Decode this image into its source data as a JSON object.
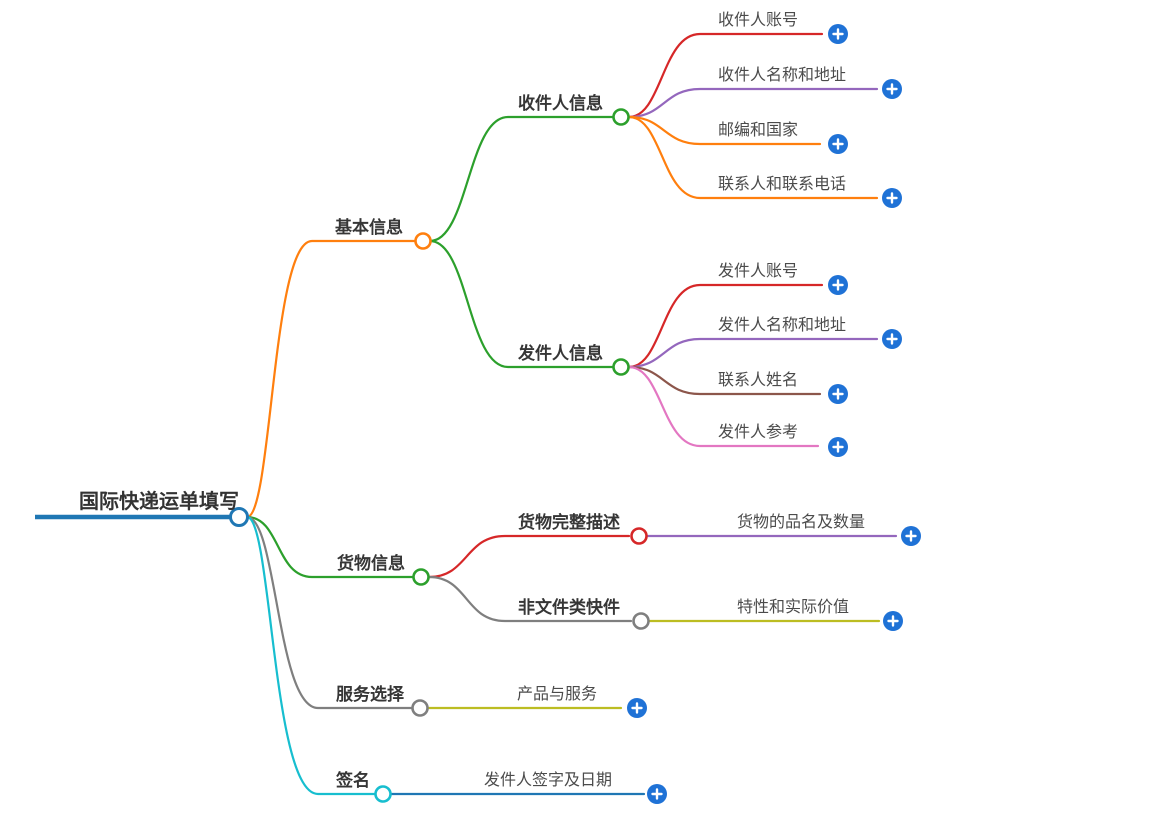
{
  "palette": {
    "blue": "#1f77b4",
    "orange": "#ff7f0e",
    "green": "#2ca02c",
    "red": "#d62728",
    "purple": "#9467bd",
    "brown": "#8c564b",
    "pink": "#e377c2",
    "gray": "#7f7f7f",
    "olive": "#bcbd22",
    "cyan": "#17becf",
    "plus_button": "#1f72d6",
    "plus_glyph": "#ffffff"
  },
  "icons": {
    "add_node": "plus-icon"
  },
  "mindmap": {
    "root": {
      "label": "国际快递运单填写"
    },
    "branches": [
      {
        "label": "基本信息",
        "children": [
          {
            "label": "收件人信息",
            "children": [
              {
                "label": "收件人账号"
              },
              {
                "label": "收件人名称和地址"
              },
              {
                "label": "邮编和国家"
              },
              {
                "label": "联系人和联系电话"
              }
            ]
          },
          {
            "label": "发件人信息",
            "children": [
              {
                "label": "发件人账号"
              },
              {
                "label": "发件人名称和地址"
              },
              {
                "label": "联系人姓名"
              },
              {
                "label": "发件人参考"
              }
            ]
          }
        ]
      },
      {
        "label": "货物信息",
        "children": [
          {
            "label": "货物完整描述",
            "children": [
              {
                "label": "货物的品名及数量"
              }
            ]
          },
          {
            "label": "非文件类快件",
            "children": [
              {
                "label": "特性和实际价值"
              }
            ]
          }
        ]
      },
      {
        "label": "服务选择",
        "children": [
          {
            "label": "产品与服务"
          }
        ]
      },
      {
        "label": "签名",
        "children": [
          {
            "label": "发件人签字及日期"
          }
        ]
      }
    ]
  }
}
